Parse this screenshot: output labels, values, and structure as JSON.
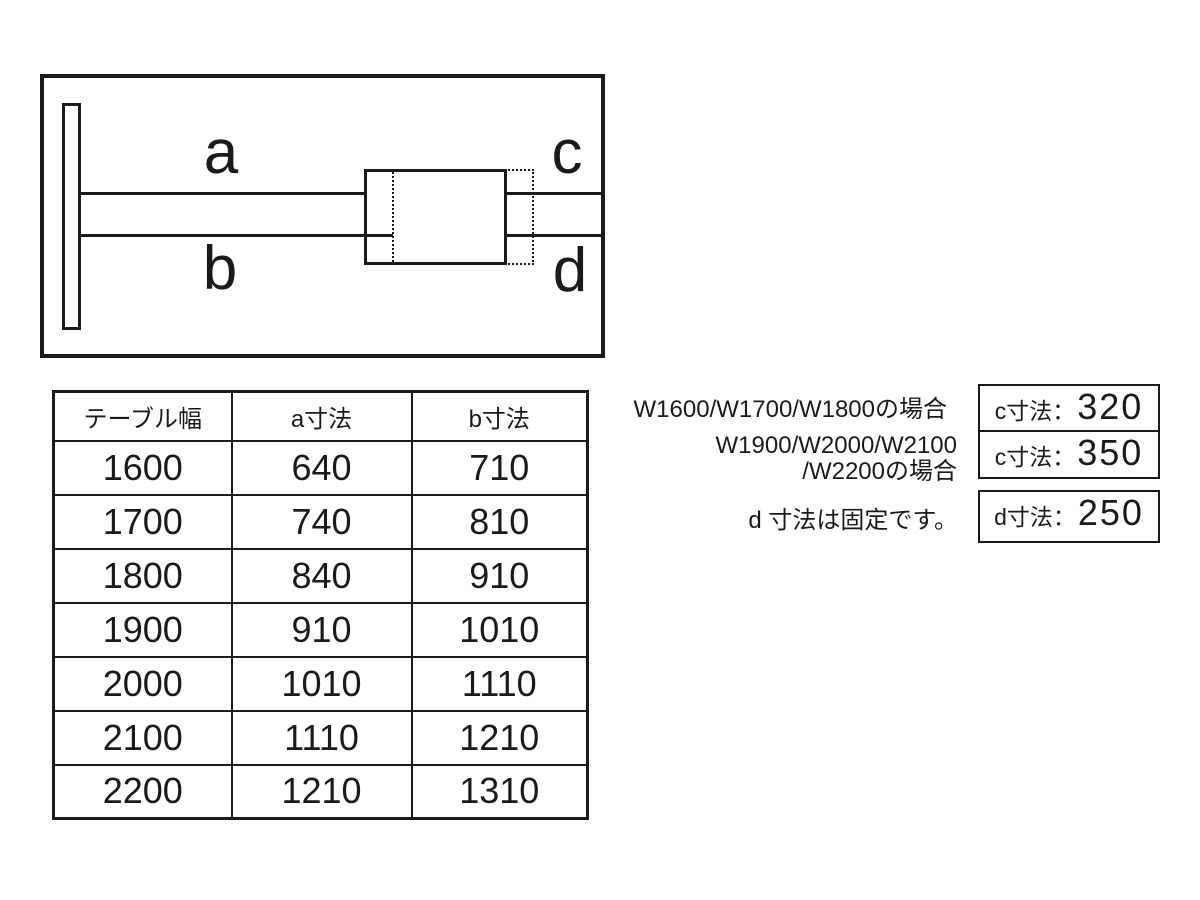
{
  "diagram": {
    "labels": {
      "a": "a",
      "b": "b",
      "c": "c",
      "d": "d"
    }
  },
  "table": {
    "headers": [
      "テーブル幅",
      "a寸法",
      "b寸法"
    ],
    "rows": [
      [
        "1600",
        "640",
        "710"
      ],
      [
        "1700",
        "740",
        "810"
      ],
      [
        "1800",
        "840",
        "910"
      ],
      [
        "1900",
        "910",
        "1010"
      ],
      [
        "2000",
        "1010",
        "1110"
      ],
      [
        "2100",
        "1110",
        "1210"
      ],
      [
        "2200",
        "1210",
        "1310"
      ]
    ]
  },
  "notes": {
    "case1": "W1600/W1700/W1800の場合",
    "case2_line1": "W1900/W2000/W2100",
    "case2_line2": "/W2200の場合",
    "d_fixed": "d 寸法は固定です。"
  },
  "dimension_boxes": [
    {
      "label": "c寸法：",
      "value": "320"
    },
    {
      "label": "c寸法：",
      "value": "350"
    },
    {
      "label": "d寸法：",
      "value": "250"
    }
  ],
  "colors": {
    "line": "#1a1a1a",
    "background": "#ffffff"
  }
}
